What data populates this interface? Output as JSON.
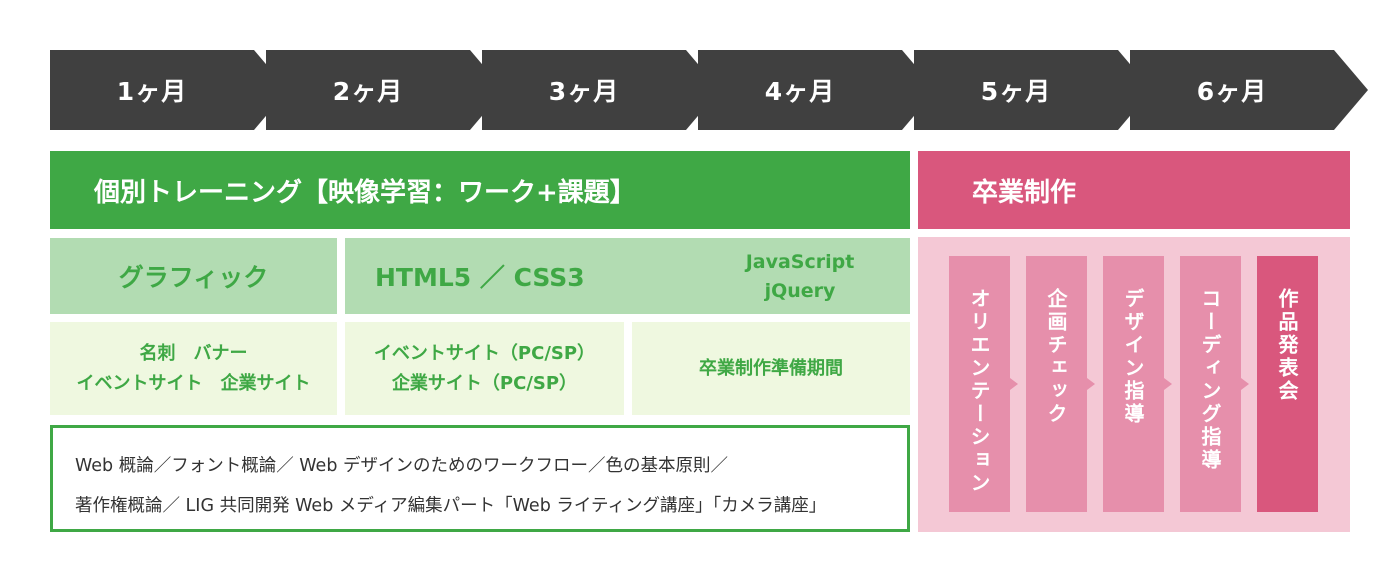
{
  "timeline": {
    "months": [
      "1ヶ月",
      "2ヶ月",
      "3ヶ月",
      "4ヶ月",
      "5ヶ月",
      "6ヶ月"
    ]
  },
  "training": {
    "title": "個別トレーニング【映像学習：ワーク+課題】",
    "subjects": {
      "graphic": "グラフィック",
      "html_css": "HTML5 ／ CSS3",
      "js_line1": "JavaScript",
      "js_line2": "jQuery"
    },
    "details": {
      "graphic_line1": "名刺　バナー",
      "graphic_line2": "イベントサイト　企業サイト",
      "site_line1": "イベントサイト（PC/SP）",
      "site_line2": "企業サイト（PC/SP）",
      "prep": "卒業制作準備期間"
    },
    "topics": {
      "line1": "Web 概論／フォント概論／ Web デザインのためのワークフロー／色の基本原則／",
      "line2": "著作権概論／ LIG 共同開発 Web メディア編集パート「Web ライティング講座」「カメラ講座」"
    },
    "colors": {
      "green": "#3fa845",
      "light_green": "#b2dcb2",
      "pale_green": "#eff8e0"
    }
  },
  "graduation": {
    "title": "卒業制作",
    "steps": [
      "オリエンテーション",
      "企画チェック",
      "デザイン指導",
      "コーディング指導",
      "作品発表会"
    ],
    "colors": {
      "pink": "#d9577d",
      "step_pink": "#e68fab",
      "panel_pink": "#f4c8d5"
    }
  }
}
